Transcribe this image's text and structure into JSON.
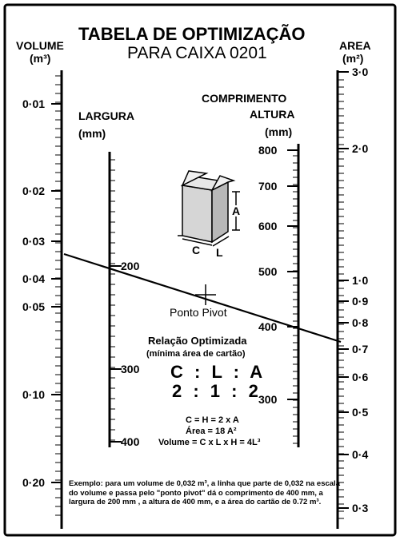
{
  "title": {
    "line1": "TABELA DE OPTIMIZAÇÃO",
    "line2": "PARA CAIXA 0201"
  },
  "volume_scale": {
    "label": "VOLUME",
    "unit": "(m³)",
    "ticks": [
      "0·01",
      "0·02",
      "0·03",
      "0·04",
      "0·05",
      "0·10",
      "0·20"
    ]
  },
  "area_scale": {
    "label": "AREA",
    "unit": "(m²)",
    "ticks": [
      "3·0",
      "2·0",
      "1·0",
      "0·9",
      "0·8",
      "0·7",
      "0·6",
      "0·5",
      "0·4",
      "0·3"
    ]
  },
  "largura_scale": {
    "label": "LARGURA",
    "unit": "(mm)",
    "ticks": [
      "200",
      "300",
      "400"
    ]
  },
  "comprimento_scale": {
    "label1": "COMPRIMENTO",
    "label2": "ALTURA",
    "unit": "(mm)",
    "ticks": [
      "800",
      "700",
      "600",
      "500",
      "400",
      "300"
    ]
  },
  "box_labels": {
    "a": "A",
    "c": "C",
    "l": "L"
  },
  "pivot_label": "Ponto Pivot",
  "relation": {
    "title": "Relação Optimizada",
    "subtitle": "(mínima área de cartão)",
    "ratio_letters": "C : L : A",
    "ratio_values": "2 : 1 : 2",
    "formula1": "C = H = 2 x A",
    "formula2": "Área = 18 A²",
    "formula3": "Volume = C x L x H = 4L³"
  },
  "example": "Exemplo: para um volume de 0,032 m³, a linha que parte de 0,032 na escala do volume e passa pelo \"ponto pivot\" dá o comprimento de 400 mm, a largura de 200 mm , a altura de 400 mm, e a área do cartão de 0.72 m³."
}
